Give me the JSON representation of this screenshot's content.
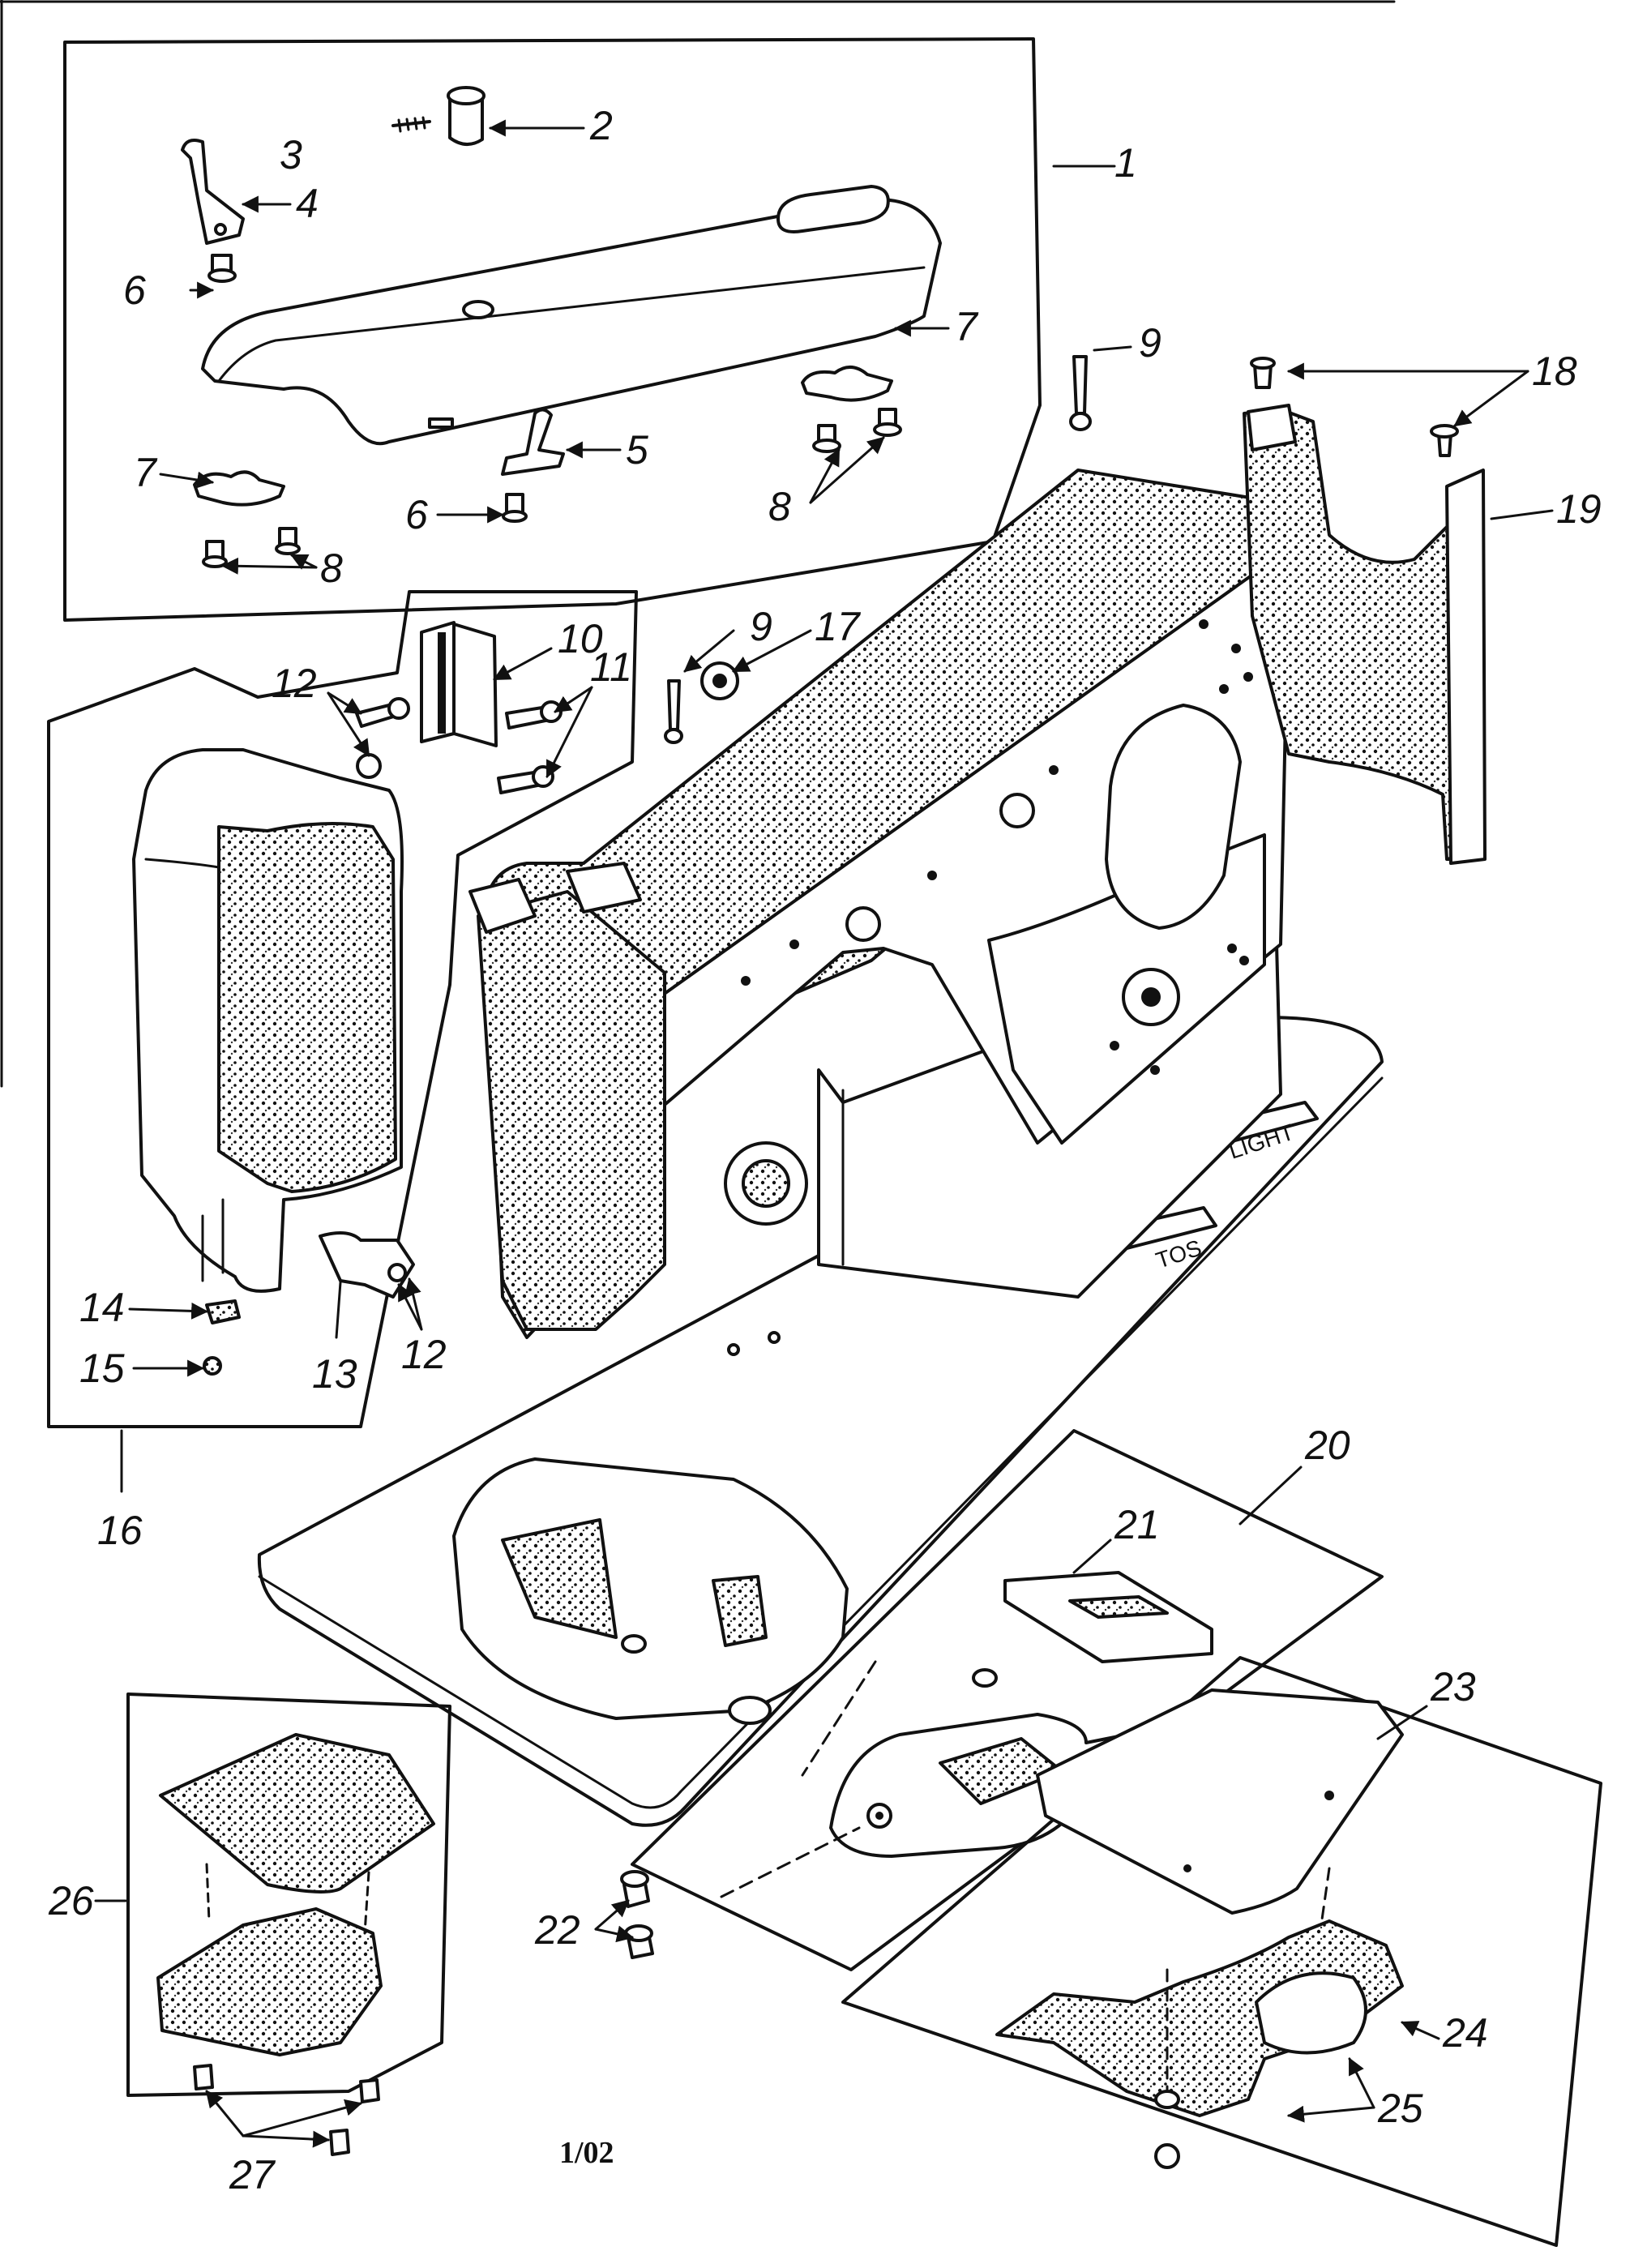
{
  "footer_code": "1/02",
  "callouts": [
    {
      "id": "1",
      "text": "1"
    },
    {
      "id": "2",
      "text": "2"
    },
    {
      "id": "3",
      "text": "3"
    },
    {
      "id": "4",
      "text": "4"
    },
    {
      "id": "5",
      "text": "5"
    },
    {
      "id": "6a",
      "text": "6"
    },
    {
      "id": "6b",
      "text": "6"
    },
    {
      "id": "7a",
      "text": "7"
    },
    {
      "id": "7b",
      "text": "7"
    },
    {
      "id": "8a",
      "text": "8"
    },
    {
      "id": "8b",
      "text": "8"
    },
    {
      "id": "9a",
      "text": "9"
    },
    {
      "id": "9b",
      "text": "9"
    },
    {
      "id": "10",
      "text": "10"
    },
    {
      "id": "11",
      "text": "11"
    },
    {
      "id": "12a",
      "text": "12"
    },
    {
      "id": "12b",
      "text": "12"
    },
    {
      "id": "13",
      "text": "13"
    },
    {
      "id": "14",
      "text": "14"
    },
    {
      "id": "15",
      "text": "15"
    },
    {
      "id": "16",
      "text": "16"
    },
    {
      "id": "17",
      "text": "17"
    },
    {
      "id": "18",
      "text": "18"
    },
    {
      "id": "19",
      "text": "19"
    },
    {
      "id": "20",
      "text": "20"
    },
    {
      "id": "21",
      "text": "21"
    },
    {
      "id": "22",
      "text": "22"
    },
    {
      "id": "23",
      "text": "23"
    },
    {
      "id": "24",
      "text": "24"
    },
    {
      "id": "25",
      "text": "25"
    },
    {
      "id": "26",
      "text": "26"
    },
    {
      "id": "27",
      "text": "27"
    }
  ],
  "plate_labels": {
    "light": "LIGHT",
    "power": "TOS"
  }
}
